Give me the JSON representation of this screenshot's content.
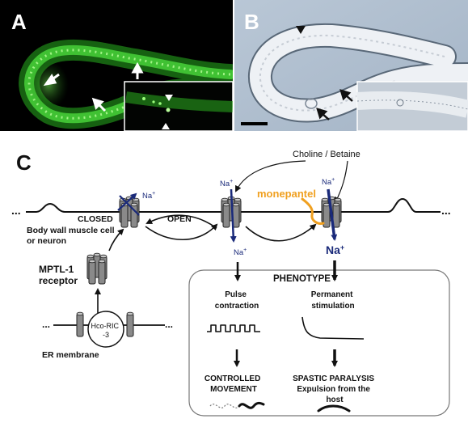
{
  "panels": {
    "a": {
      "letter": "A"
    },
    "b": {
      "letter": "B"
    },
    "c": {
      "letter": "C"
    }
  },
  "diagram": {
    "choline_betaine": "Choline / Betaine",
    "closed": "CLOSED",
    "open": "OPEN",
    "monepantel": "monepantel",
    "na_small": "Na",
    "na_large": "Na",
    "plus": "+",
    "cell_line1": "Body wall muscle cell",
    "cell_line2": "or neuron",
    "receptor_line1": "MPTL-1",
    "receptor_line2": "receptor",
    "chaperone_line1": "Hco-RIC",
    "chaperone_line2": "-3",
    "er_membrane": "ER membrane",
    "phenotype": "PHENOTYPE",
    "pulse_line1": "Pulse",
    "pulse_line2": "contraction",
    "permanent_line1": "Permanent",
    "permanent_line2": "stimulation",
    "controlled_line1": "CONTROLLED",
    "controlled_line2": "MOVEMENT",
    "spastic_line1": "SPASTIC PARALYSIS",
    "spastic_line2": "Expulsion from the",
    "spastic_line3": "host",
    "ellipsis": "..."
  },
  "colors": {
    "fluorescence": "#39d12c",
    "na_arrow": "#1a2a7a",
    "monepantel": "#f0a020",
    "channel_fill": "#8a8a8a"
  }
}
